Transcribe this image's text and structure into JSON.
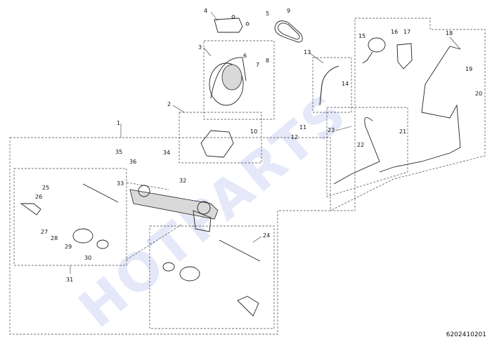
{
  "watermark": "HOTPARTS",
  "diagram_code": "6202410201",
  "callouts": [
    "1",
    "2",
    "3",
    "4",
    "5",
    "6",
    "7",
    "8",
    "9",
    "10",
    "11",
    "12",
    "13",
    "14",
    "15",
    "16",
    "17",
    "18",
    "19",
    "20",
    "21",
    "22",
    "23",
    "24",
    "25",
    "26",
    "27",
    "28",
    "29",
    "30",
    "31",
    "32",
    "33",
    "34",
    "35",
    "36"
  ]
}
